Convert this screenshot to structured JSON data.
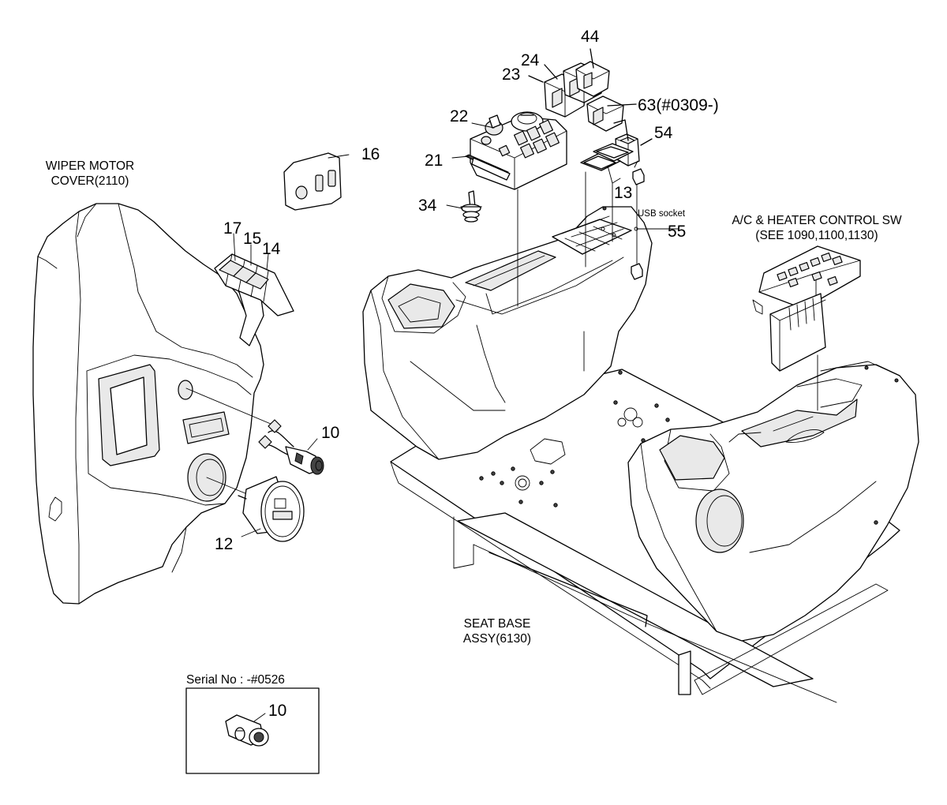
{
  "captions": {
    "wiper_cover": "WIPER MOTOR\nCOVER(2110)",
    "ac_control": "A/C & HEATER CONTROL SW\n(SEE 1090,1100,1130)",
    "seat_base": "SEAT BASE\nASSY(6130)",
    "usb_socket": "USB socket",
    "serial_note": "Serial No : -#0526"
  },
  "parts": {
    "p44": "44",
    "p24": "24",
    "p23": "23",
    "p63": "63(#0309-)",
    "p22": "22",
    "p54": "54",
    "p21": "21",
    "p16": "16",
    "p13": "13",
    "p34": "34",
    "p55": "55",
    "p17": "17",
    "p15": "15",
    "p14": "14",
    "p10": "10",
    "p12": "12",
    "p10_inset": "10"
  }
}
